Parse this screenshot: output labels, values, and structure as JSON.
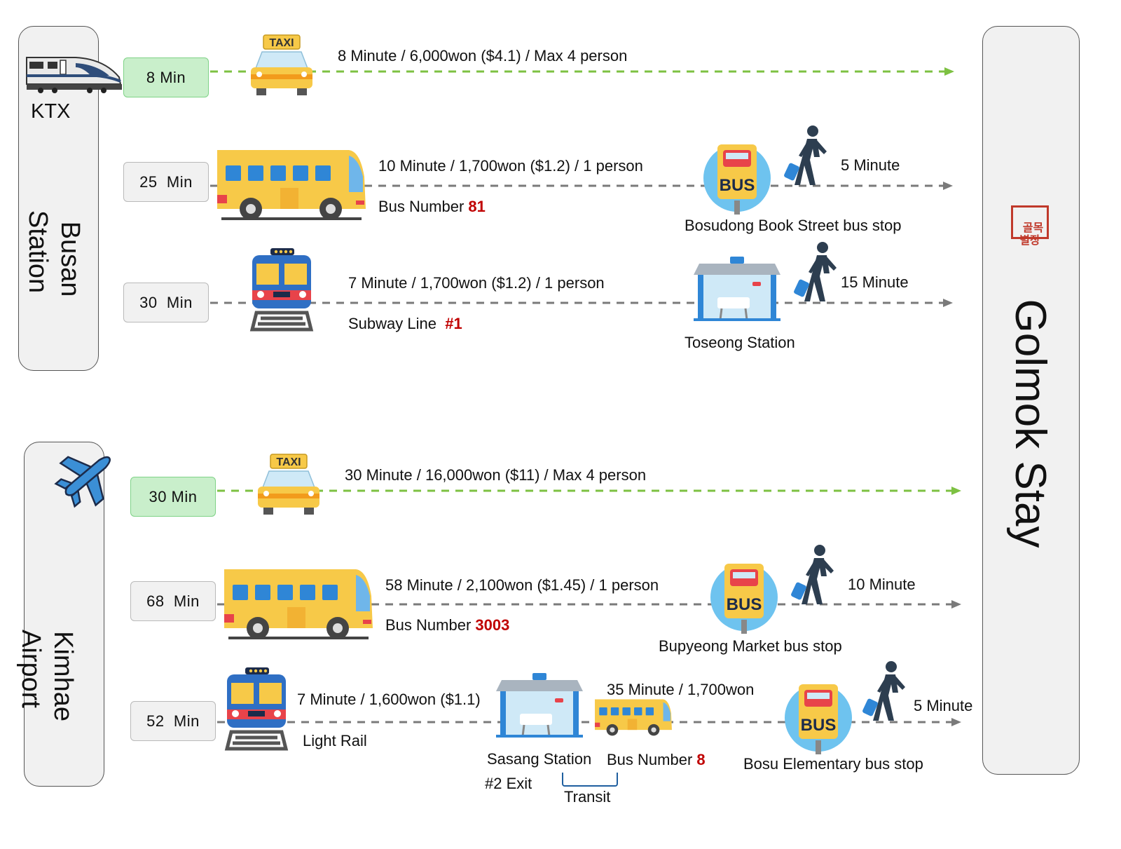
{
  "origin_busan": {
    "ktx_label": "KTX",
    "name": "Busan\nStation"
  },
  "origin_kimhae": {
    "name": "Kimhae\nAirport"
  },
  "destination": {
    "name": "Golmok Stay",
    "seal": "골목\n별장"
  },
  "routes": [
    {
      "time": "8 Min",
      "desc": "8 Minute / 6,000won ($4.1) / Max 4 person"
    },
    {
      "time": "25  Min",
      "desc": "10 Minute / 1,700won ($1.2) / 1 person",
      "sub_prefix": "Bus Number ",
      "sub_num": "81",
      "stop": "Bosudong Book Street bus stop",
      "walk": "5 Minute"
    },
    {
      "time": "30  Min",
      "desc": "7 Minute / 1,700won ($1.2) / 1 person",
      "sub_prefix": "Subway Line  ",
      "sub_num": "#1",
      "stop": "Toseong Station",
      "walk": "15 Minute"
    },
    {
      "time": "30 Min",
      "desc": "30 Minute / 16,000won ($11) / Max 4 person"
    },
    {
      "time": "68  Min",
      "desc": "58 Minute / 2,100won ($1.45) / 1 person",
      "sub_prefix": "Bus Number ",
      "sub_num": "3003",
      "stop": "Bupyeong Market bus stop",
      "walk": "10 Minute"
    },
    {
      "time": "52  Min",
      "desc": "7 Minute / 1,600won ($1.1)",
      "sub": "Light Rail",
      "transfer_station": "Sasang Station",
      "transfer_exit": "#2 Exit",
      "desc2": "35 Minute / 1,700won",
      "sub2_prefix": "Bus Number ",
      "sub2_num": "8",
      "transit": "Transit",
      "stop": "Bosu Elementary bus stop",
      "walk": "5 Minute"
    }
  ],
  "icons": {
    "taxi_sign": "TAXI",
    "bus_sign": "BUS"
  },
  "colors": {
    "green_dash": "#7dc142",
    "grey_dash": "#7a7a7a",
    "bus_yellow": "#f7c948",
    "red_num": "#c00000",
    "seal_red": "#c0392b"
  }
}
